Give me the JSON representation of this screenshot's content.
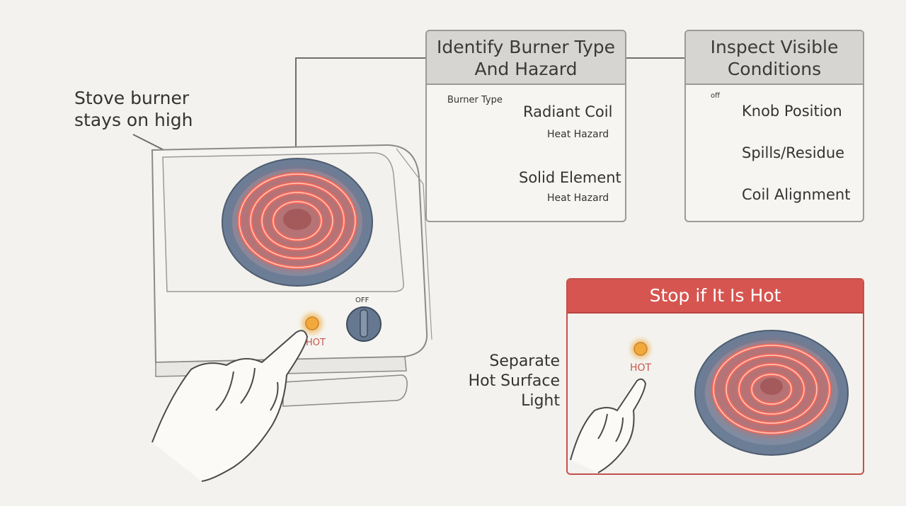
{
  "callout": {
    "line1": "Stove burner",
    "line2": "stays on high"
  },
  "stove": {
    "knob_label": "OFF",
    "indicator_label": "HOT"
  },
  "identify_box": {
    "title_line1": "Identify Burner Type",
    "title_line2": "And Hazard",
    "burner_type_caption": "Burner Type",
    "items": [
      {
        "name": "Radiant Coil",
        "hazard": "Heat Hazard"
      },
      {
        "name": "Solid Element",
        "hazard": "Heat Hazard"
      }
    ]
  },
  "inspect_box": {
    "title_line1": "Inspect Visible",
    "title_line2": "Conditions",
    "knob_caption": "off",
    "items": [
      {
        "label": "Knob Position",
        "icon": "knob-icon"
      },
      {
        "label": "Spills/Residue",
        "icon": "check-spill-icon"
      },
      {
        "label": "Coil Alignment",
        "icon": "coil-icon"
      }
    ]
  },
  "stop_box": {
    "title": "Stop if It Is Hot",
    "indicator_label": "HOT",
    "side_label": [
      "Separate",
      "Hot Surface",
      "Light"
    ]
  },
  "colors": {
    "coil_red": "#ef5a4c",
    "drip_pan": "#6c7d96",
    "stop_red": "#d65550",
    "indicator": "#f2a93b",
    "hazard_yellow": "#f2b233",
    "check_blue": "#4f7dbf"
  }
}
